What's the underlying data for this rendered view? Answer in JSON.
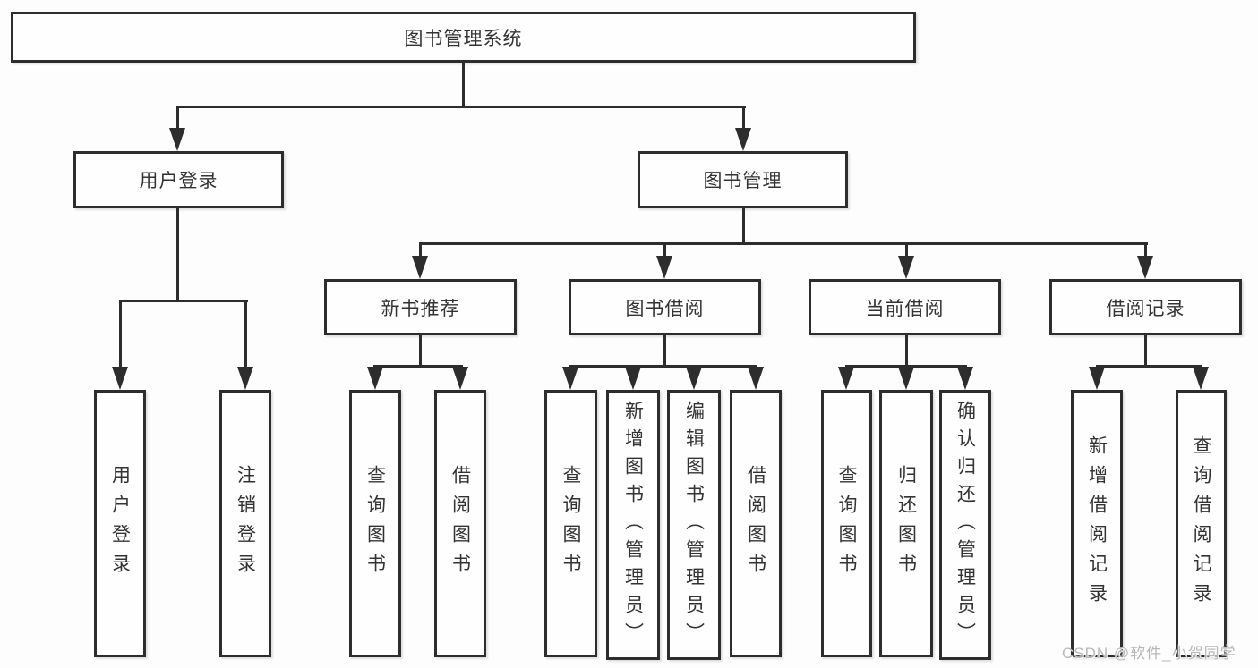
{
  "title": {
    "label": "图书管理系统"
  },
  "branches": {
    "user_login": {
      "label": "用户登录",
      "children": [
        "用户登录",
        "注销登录"
      ]
    },
    "book_mgmt": {
      "label": "图书管理"
    },
    "new_books": {
      "label": "新书推荐",
      "children": [
        "查询图书",
        "借阅图书"
      ]
    },
    "book_borrow": {
      "label": "图书借阅",
      "children": [
        "查询图书",
        "新增图书（管理员）",
        "编辑图书（管理员）",
        "借阅图书"
      ]
    },
    "current_borrow": {
      "label": "当前借阅",
      "children": [
        "查询图书",
        "归还图书",
        "确认归还（管理员）"
      ]
    },
    "borrow_records": {
      "label": "借阅记录",
      "children": [
        "新增借阅记录",
        "查询借阅记录"
      ]
    }
  },
  "watermark": {
    "label": "CSDN @软件_小贺同学"
  },
  "colors": {
    "line": "#2d2d2d",
    "text": "#333333",
    "watermark": "#b7b7b7",
    "background": "#fdfdfd",
    "box_fill": "#fefefe"
  }
}
